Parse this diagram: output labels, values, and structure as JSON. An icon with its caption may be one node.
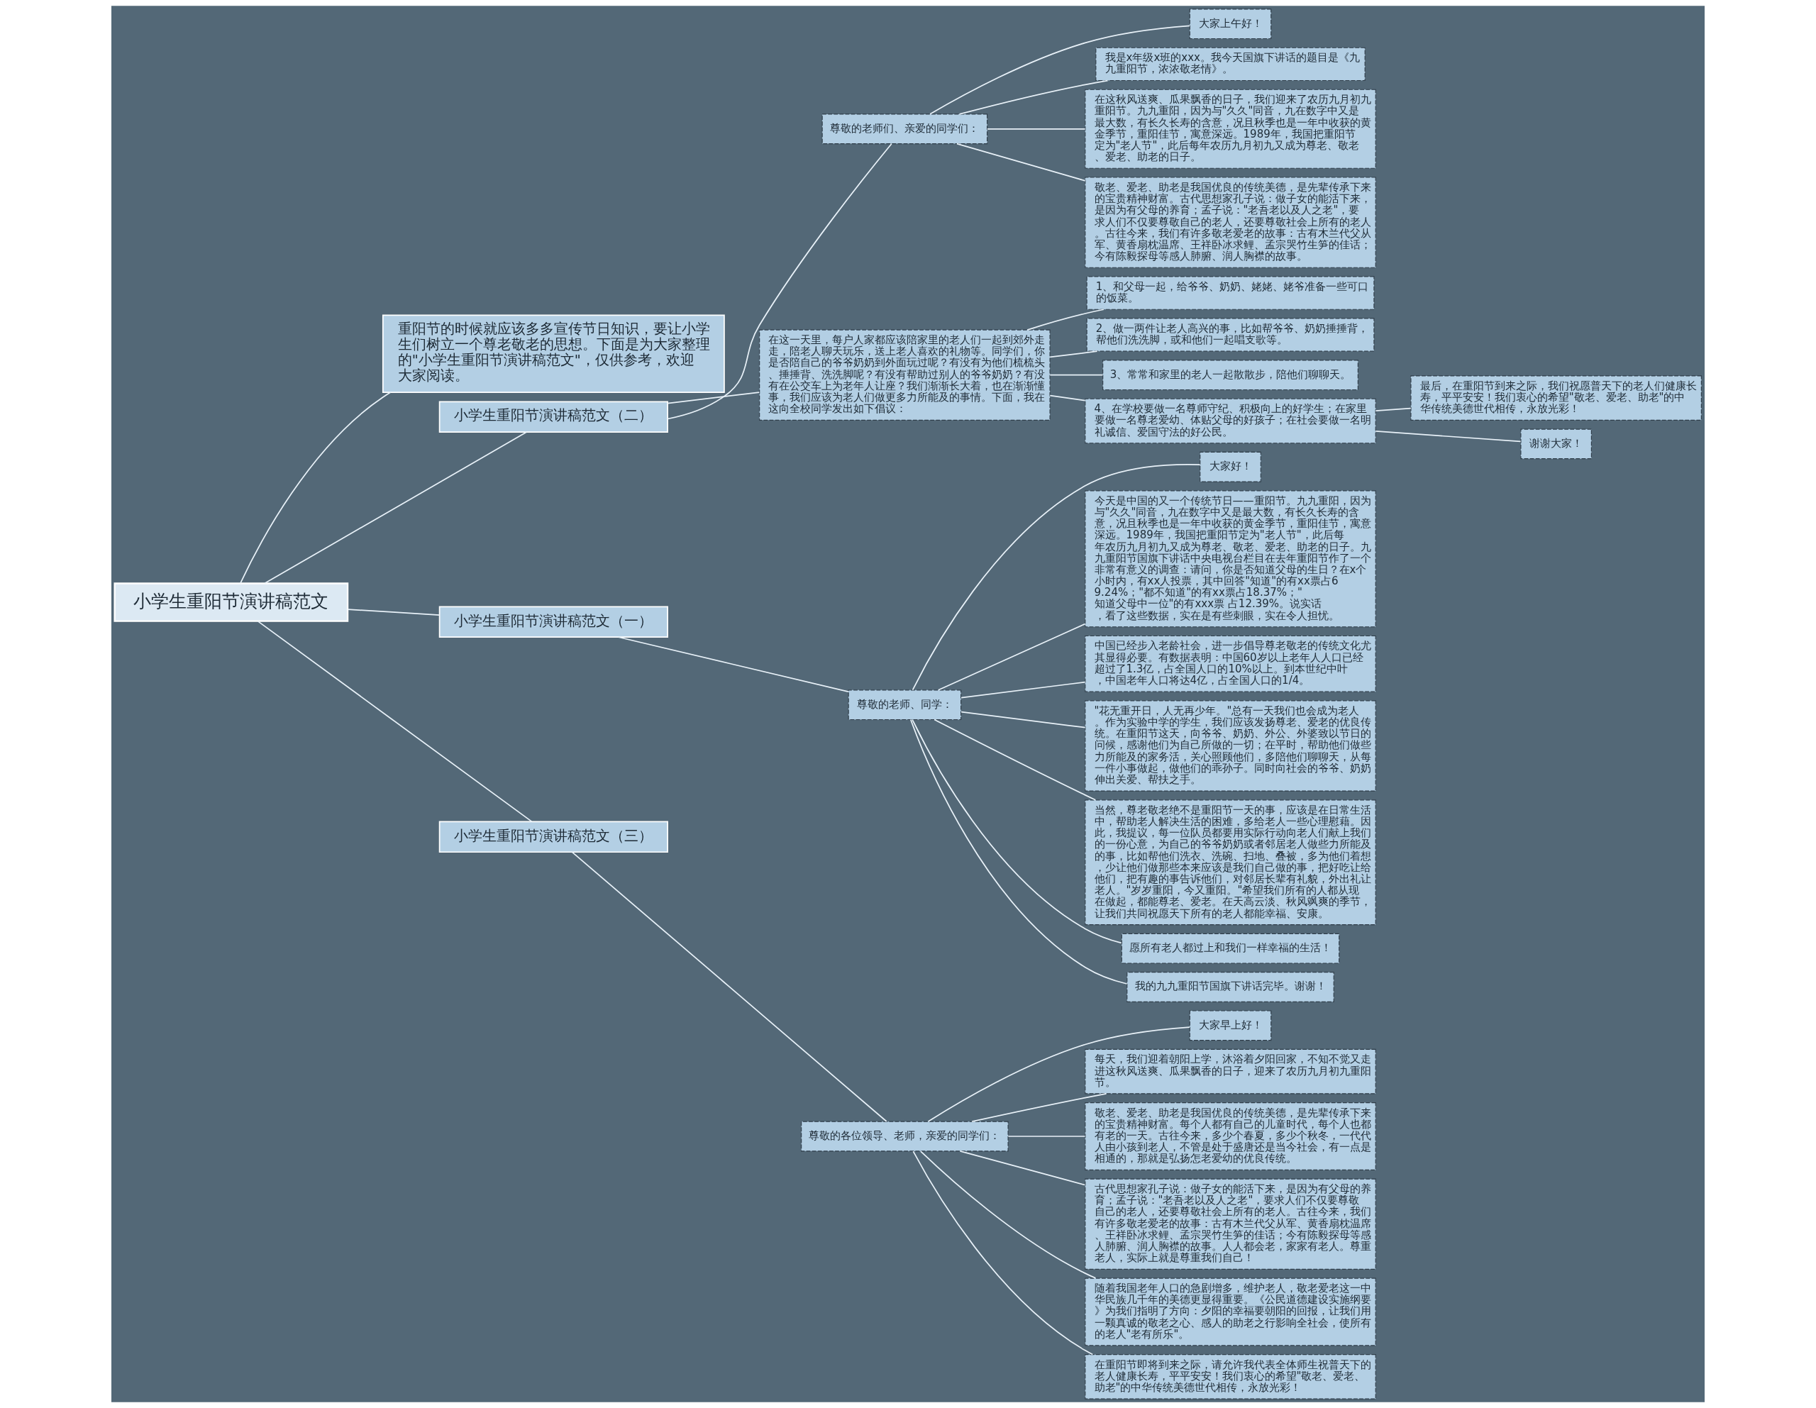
{
  "diagram": {
    "nodes": [
      {
        "text": [
          "小学生重阳节演讲稿范文"
        ]
      },
      {
        "text": [
          "重阳节的时候就应该多多宣传节日知识，要让小学生们树立一个尊老敬老的思想。下面是为大家整理的\"小学生重阳节演讲稿范文\"，仅供参考，欢迎大家阅读。"
        ]
      },
      {
        "text": [
          "小学生重阳节演讲稿范文（二）"
        ]
      },
      {
        "text": [
          "尊敬的老师们、亲爱的同学们："
        ]
      },
      {
        "text": [
          "大家上午好！"
        ]
      },
      {
        "text": [
          "我是x年级x班的xxx。我今天国旗下讲话的题目是《九九重阳节，浓浓敬老情》。"
        ]
      },
      {
        "text": [
          "在这秋风送爽、瓜果飘香的日子，我们迎来了农历九月初九重阳节。九九重阳，因为与\"久久\"同音，九在数字中又是最大数，有长久长寿的含意，况且秋季也是一年中收获的黄金季节，重阳佳节，寓意深远。1989年，我国把重阳节定为\"老人节\"，此后每年农历九月初九又成为尊老、敬老、爱老、助老的日子。"
        ]
      },
      {
        "text": [
          "敬老、爱老、助老是我国优良的传统美德，是先辈传承下来的宝贵精神财富。古代思想家孔子说：做子女的能活下来，是因为有父母的养育；孟子说：\"老吾老以及人之老\"，要求人们不仅要尊敬自己的老人，还要尊敬社会上所有的老人。古往今来，我们有许多敬老爱老的故事：古有木兰代父从军、黄香扇枕温席、王祥卧冰求鲤、孟宗哭竹生笋的佳话；今有陈毅探母等感人肺腑、润人胸襟的故事。"
        ]
      },
      {
        "text": [
          "在这一天里，每户人家都应该陪家里的老人们一起到郊外走走，陪老人聊天玩乐，送上老人喜欢的礼物等。同学们，你是否陪自己的爷爷奶奶到外面玩过呢？有没有为他们梳梳头、捶捶背、洗洗脚呢？有没有帮助过别人的爷爷奶奶？有没有在公交车上为老年人让座？我们渐渐长大着，也在渐渐懂事，我们应该为老人们做更多力所能及的事情。下面，我在这向全校同学发出如下倡议："
        ]
      },
      {
        "text": [
          "1、和父母一起，给爷爷、奶奶、姥姥、姥爷准备一些可口的饭菜。"
        ]
      },
      {
        "text": [
          "2、做一两件让老人高兴的事，比如帮爷爷、奶奶捶捶背，帮他们洗洗脚，或和他们一起唱支歌等。"
        ]
      },
      {
        "text": [
          "3、常常和家里的老人一起散散步，陪他们聊聊天。"
        ]
      },
      {
        "text": [
          "4、在学校要做一名尊师守纪、积极向上的好学生；在家里要做一名尊老爱幼、体贴父母的好孩子；在社会要做一名明礼诚信、爱国守法的好公民。"
        ]
      },
      {
        "text": [
          "最后，在重阳节到来之际，我们祝愿普天下的老人们健康长寿，平平安安！我们衷心的希望\"敬老、爱老、助老\"的中华传统美德世代相传，永放光彩！"
        ]
      },
      {
        "text": [
          "谢谢大家！"
        ]
      },
      {
        "text": [
          "小学生重阳节演讲稿范文（一）"
        ]
      },
      {
        "text": [
          "尊敬的老师、同学："
        ]
      },
      {
        "text": [
          "大家好！"
        ]
      },
      {
        "text": [
          "今天是中国的又一个传统节日——重阳节。九九重阳，因为与\"久久\"同音，九在数字中又是最大数，有长久长寿的含意，况且秋季也是一年中收获的黄金季节，重阳佳节，寓意深远。1989年，我国把重阳节定为\"老人节\"，此后每年农历九月初九又成为尊老、敬老、爱老、助老的日子。九九重阳节国旗下讲话中央电视台栏目在去年重阳节作了一个非常有意义的调查：请问，你是否知道父母的生日？在x个小时内，有xx人投票，其中回答\"知道\"的有xx票占69.24%；\"都不知道\"的有xx票占18.37%；\"知道父母中一位\"的有xxx票 占12.39%。说实话，看了这些数据，实在是有些刺眼，实在令人担忧。"
        ]
      },
      {
        "text": [
          "中国已经步入老龄社会，进一步倡导尊老敬老的传统文化尤其显得必要。有数据表明：中国60岁以上老年人人口已经超过了1.3亿，占全国人口的10%以上。到本世纪中叶，中国老年人口将达4亿，占全国人口的1/4。"
        ]
      },
      {
        "text": [
          "\"花无重开日，人无再少年。\"总有一天我们也会成为老人。作为实验中学的学生，我们应该发扬尊老、爱老的优良传统。在重阳节这天，向爷爷、奶奶、外公、外婆致以节日的问候，感谢他们为自己所做的一切；在平时，帮助他们做些力所能及的家务活，关心照顾他们，多陪他们聊聊天，从每一件小事做起，做他们的乖孙子。同时向社会的爷爷、奶奶伸出关爱、帮扶之手。"
        ]
      },
      {
        "text": [
          "当然，尊老敬老绝不是重阳节一天的事，应该是在日常生活中，帮助老人解决生活的困难，多给老人一些心理慰藉。因此，我提议，每一位队员都要用实际行动向老人们献上我们的一份心意，为自己的爷爷奶奶或者邻居老人做些力所能及的事，比如帮他们洗衣、洗碗、扫地、叠被，多为他们着想，少让他们做那些本来应该是我们自己做的事，把好吃让给他们，把有趣的事告诉他们，对邻居长辈有礼貌，外出礼让老人。\"岁岁重阳，今又重阳。\"希望我们所有的人都从现在做起，都能尊老、爱老。在天高云淡、秋风飒爽的季节，让我们共同祝愿天下所有的老人都能幸福、安康。"
        ]
      },
      {
        "text": [
          "愿所有老人都过上和我们一样幸福的生活！"
        ]
      },
      {
        "text": [
          "我的九九重阳节国旗下讲话完毕。谢谢！"
        ]
      },
      {
        "text": [
          "小学生重阳节演讲稿范文（三）"
        ]
      },
      {
        "text": [
          "尊敬的各位领导、老师，亲爱的同学们："
        ]
      },
      {
        "text": [
          "大家早上好！"
        ]
      },
      {
        "text": [
          "每天，我们迎着朝阳上学，沐浴着夕阳回家，不知不觉又走进这秋风送爽、瓜果飘香的日子，迎来了农历九月初九重阳节。"
        ]
      },
      {
        "text": [
          "敬老、爱老、助老是我国优良的传统美德，是先辈传承下来的宝贵精神财富。每个人都有自己的儿童时代，每个人也都有老的一天。古往今来，多少个春夏，多少个秋冬，一代代人由小孩到老人，不管是处于盛唐还是当今社会，有一点是相通的，那就是弘扬怎老爱幼的优良传统。"
        ]
      },
      {
        "text": [
          "古代思想家孔子说：做子女的能活下来，是因为有父母的养育；孟子说：\"老吾老以及人之老\"，要求人们不仅要尊敬自己的老人，还要尊敬社会上所有的老人。古往今来，我们有许多敬老爱老的故事：古有木兰代父从军、黄香扇枕温席、王祥卧冰求鲤、孟宗哭竹生笋的佳话；今有陈毅探母等感人肺腑、润人胸襟的故事。人人都会老，家家有老人。尊重老人，实际上就是尊重我们自己！"
        ]
      },
      {
        "text": [
          "随着我国老年人口的急剧增多，维护老人，敬老爱老这一中华民族几千年的美德更显得重要。《公民道德建设实施纲要》为我们指明了方向：夕阳的幸福要朝阳的回报，让我们用一颗真诚的敬老之心、感人的助老之行影响全社会，使所有的老人\"老有所乐\"。"
        ]
      },
      {
        "text": [
          "在重阳节即将到来之际，请允许我代表全体师生祝普天下的老人健康长寿，平平安安！我们衷心的希望\"敬老、爱老、助老\"的中华传统美德世代相传，永放光彩！"
        ]
      }
    ],
    "edges": [
      {
        "from": 0,
        "to": 1,
        "arrow": "none"
      },
      {
        "from": 0,
        "to": 2,
        "arrow": "none"
      },
      {
        "from": 2,
        "to": 3,
        "arrow": "none"
      },
      {
        "from": 3,
        "to": 4,
        "arrow": "none"
      },
      {
        "from": 3,
        "to": 5,
        "arrow": "none"
      },
      {
        "from": 3,
        "to": 6,
        "arrow": "none"
      },
      {
        "from": 3,
        "to": 7,
        "arrow": "none"
      },
      {
        "from": 2,
        "to": 8,
        "arrow": "none"
      },
      {
        "from": 8,
        "to": 9,
        "arrow": "none"
      },
      {
        "from": 8,
        "to": 10,
        "arrow": "none"
      },
      {
        "from": 8,
        "to": 11,
        "arrow": "none"
      },
      {
        "from": 8,
        "to": 12,
        "arrow": "none"
      },
      {
        "from": 12,
        "to": 13,
        "arrow": "none"
      },
      {
        "from": 12,
        "to": 14,
        "arrow": "none"
      },
      {
        "from": 0,
        "to": 15,
        "arrow": "none"
      },
      {
        "from": 15,
        "to": 16,
        "arrow": "none"
      },
      {
        "from": 16,
        "to": 17,
        "arrow": "none"
      },
      {
        "from": 16,
        "to": 18,
        "arrow": "none"
      },
      {
        "from": 16,
        "to": 19,
        "arrow": "none"
      },
      {
        "from": 16,
        "to": 20,
        "arrow": "none"
      },
      {
        "from": 16,
        "to": 21,
        "arrow": "none"
      },
      {
        "from": 16,
        "to": 22,
        "arrow": "none"
      },
      {
        "from": 16,
        "to": 23,
        "arrow": "none"
      },
      {
        "from": 0,
        "to": 24,
        "arrow": "none"
      },
      {
        "from": 24,
        "to": 25,
        "arrow": "none"
      },
      {
        "from": 25,
        "to": 26,
        "arrow": "none"
      },
      {
        "from": 25,
        "to": 27,
        "arrow": "none"
      },
      {
        "from": 25,
        "to": 28,
        "arrow": "none"
      },
      {
        "from": 25,
        "to": 29,
        "arrow": "none"
      },
      {
        "from": 25,
        "to": 30,
        "arrow": "none"
      },
      {
        "from": 25,
        "to": 31,
        "arrow": "none"
      }
    ]
  }
}
